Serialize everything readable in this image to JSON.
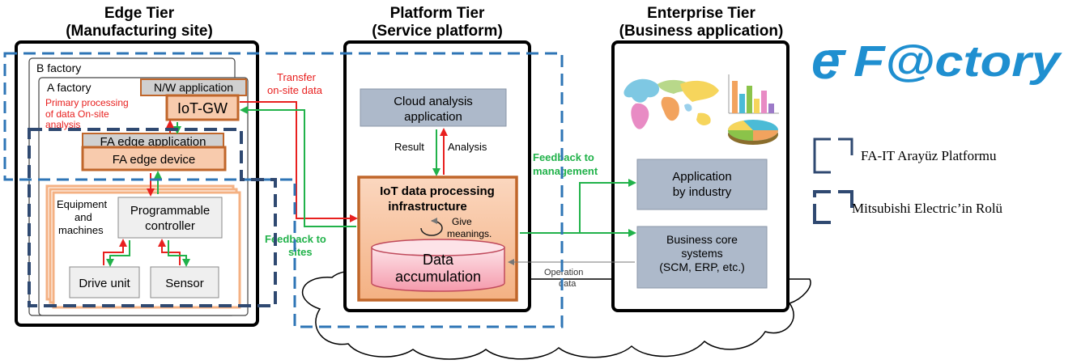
{
  "tiers": {
    "edge": {
      "title_line1": "Edge Tier",
      "title_line2": "(Manufacturing site)"
    },
    "platform": {
      "title_line1": "Platform Tier",
      "title_line2": "(Service platform)"
    },
    "enterprise": {
      "title_line1": "Enterprise Tier",
      "title_line2": "(Business application)"
    }
  },
  "edge": {
    "b_factory": "B factory",
    "a_factory": "A factory",
    "nw_application": "N/W application",
    "iot_gw": "IoT-GW",
    "primary_processing_line1": "Primary processing",
    "primary_processing_line2": "of data On-site",
    "primary_processing_line3": "analysis",
    "fa_edge_application": "FA edge application",
    "fa_edge_device": "FA edge device",
    "equipment_line1": "Equipment",
    "equipment_line2": "and",
    "equipment_line3": "machines",
    "plc_line1": "Programmable",
    "plc_line2": "controller",
    "drive_unit": "Drive unit",
    "sensor": "Sensor"
  },
  "flows": {
    "transfer_line1": "Transfer",
    "transfer_line2": "on-site data",
    "feedback_sites_line1": "Feedback to",
    "feedback_sites_line2": "sites",
    "feedback_mgmt_line1": "Feedback to",
    "feedback_mgmt_line2": "management",
    "operation_line1": "Operation",
    "operation_line2": "data"
  },
  "platform": {
    "cloud_line1": "Cloud analysis",
    "cloud_line2": "application",
    "result": "Result",
    "analysis": "Analysis",
    "iot_infra_line1": "IoT data processing",
    "iot_infra_line2": "infrastructure",
    "give_meanings_line1": "Give",
    "give_meanings_line2": "meanings.",
    "data_acc_line1": "Data",
    "data_acc_line2": "accumulation"
  },
  "enterprise": {
    "app_industry_line1": "Application",
    "app_industry_line2": "by industry",
    "business_line1": "Business core",
    "business_line2": "systems",
    "business_line3": "(SCM, ERP, etc.)"
  },
  "logo": {
    "letter_e": "e",
    "rest": "F@ctory"
  },
  "legend": {
    "item1": "FA-IT Arayüz Platformu",
    "item2": "Mitsubishi Electric’in Rolü"
  },
  "colors": {
    "red_arrow": "#e8201f",
    "green_arrow": "#21b24a",
    "blue_dash": "#2e75b6",
    "navy_dash": "#2f4971",
    "orange_border": "#c0662a",
    "orange_fill": "#f8cbad",
    "peach_border": "#f4b183",
    "slate_fill": "#adb9ca",
    "logo_blue": "#1f8fd0",
    "cylinder_fill": "#f9c2cc"
  }
}
